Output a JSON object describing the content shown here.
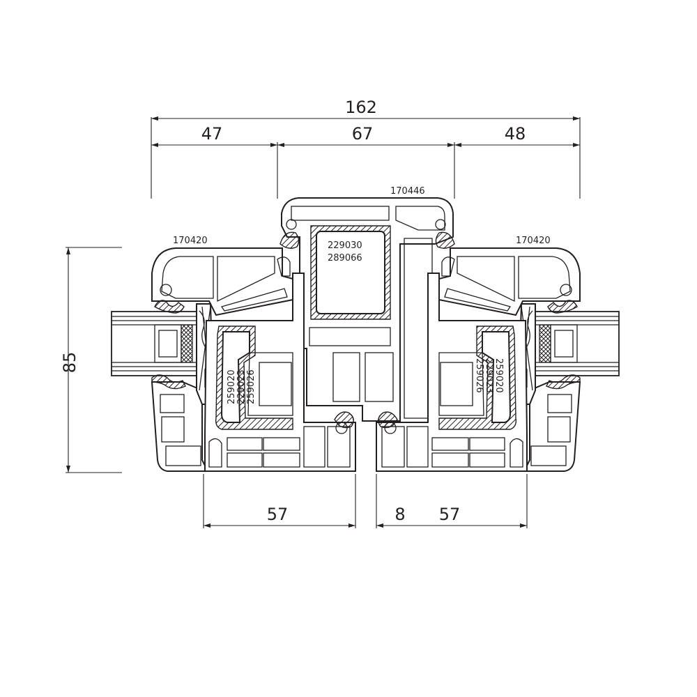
{
  "dimensions": {
    "overall_width": "162",
    "left_frame": "47",
    "center_mullion": "67",
    "right_frame": "48",
    "height": "85",
    "left_sash": "57",
    "gap": "8",
    "right_sash": "57"
  },
  "profile_codes": {
    "left_frame": "170420",
    "right_frame": "170420",
    "mullion": "170446",
    "mullion_reinforcement": [
      "229030",
      "289066"
    ],
    "left_sash_reinforcement": [
      "259020",
      "229023",
      "259026"
    ],
    "right_sash_reinforcement": [
      "259020",
      "229023",
      "259026"
    ]
  },
  "colors": {
    "line": "#231f20",
    "background": "#ffffff"
  }
}
